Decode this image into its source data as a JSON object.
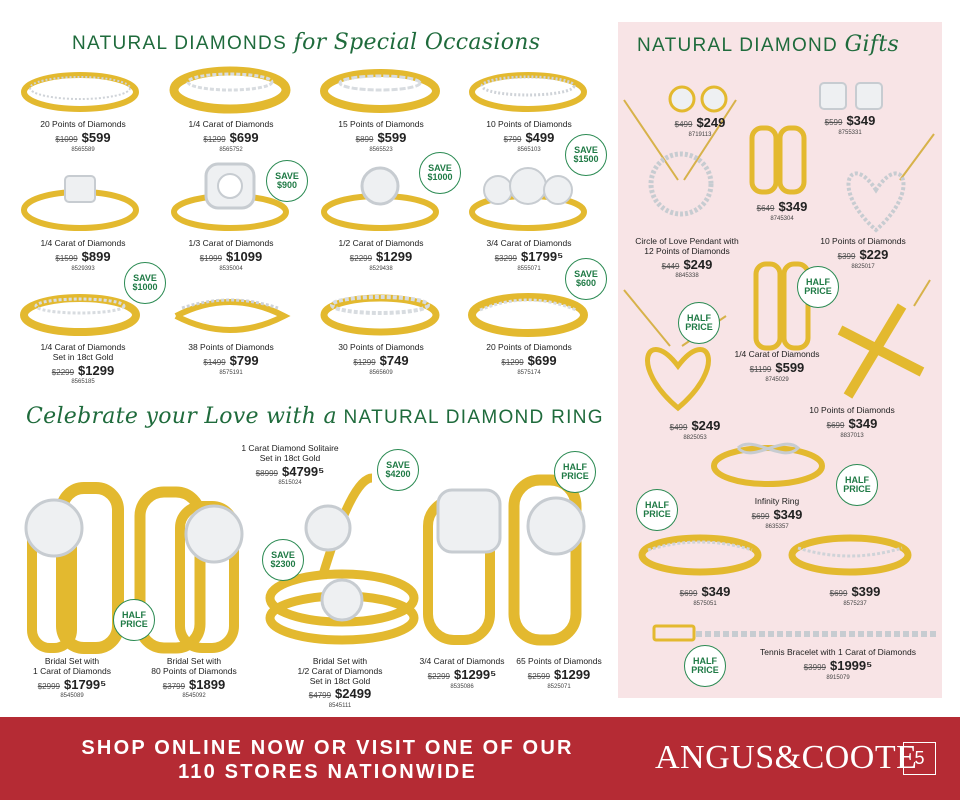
{
  "headings": {
    "special_occasions": {
      "caps": "NATURAL DIAMONDS",
      "script": "for Special Occasions"
    },
    "gifts": {
      "caps": "NATURAL DIAMOND",
      "script": "Gifts"
    },
    "celebrate": {
      "script": "Celebrate your Love with a",
      "caps": "NATURAL DIAMOND RING"
    }
  },
  "special_occasions": [
    {
      "desc": "20 Points of Diamonds",
      "was": "$1099",
      "now": "$599",
      "code": "8565589"
    },
    {
      "desc": "1/4 Carat of Diamonds",
      "was": "$1299",
      "now": "$699",
      "code": "8565752"
    },
    {
      "desc": "15 Points of Diamonds",
      "was": "$899",
      "now": "$599",
      "code": "8565523"
    },
    {
      "desc": "10 Points of Diamonds",
      "was": "$799",
      "now": "$499",
      "code": "8565103"
    },
    {
      "desc": "1/4 Carat of Diamonds",
      "was": "$1599",
      "now": "$899",
      "code": "8529393"
    },
    {
      "desc": "1/3 Carat of Diamonds",
      "was": "$1999",
      "now": "$1099",
      "code": "8535004"
    },
    {
      "desc": "1/2 Carat of Diamonds",
      "was": "$2299",
      "now": "$1299",
      "code": "8529438"
    },
    {
      "desc": "3/4 Carat of Diamonds",
      "was": "$3299",
      "now": "$1799⁵",
      "code": "8555071"
    },
    {
      "desc1": "1/4 Carat of Diamonds",
      "desc2": "Set in 18ct Gold",
      "was": "$2299",
      "now": "$1299",
      "code": "8565185"
    },
    {
      "desc": "38 Points of Diamonds",
      "was": "$1499",
      "now": "$799",
      "code": "8575191"
    },
    {
      "desc": "30 Points of Diamonds",
      "was": "$1299",
      "now": "$749",
      "code": "8565609"
    },
    {
      "desc": "20 Points of Diamonds",
      "was": "$1299",
      "now": "$699",
      "code": "8575174"
    }
  ],
  "badges_top": [
    {
      "line1": "SAVE",
      "line2": "$900"
    },
    {
      "line1": "SAVE",
      "line2": "$1000"
    },
    {
      "line1": "SAVE",
      "line2": "$1500"
    },
    {
      "line1": "SAVE",
      "line2": "$1000"
    },
    {
      "line1": "SAVE",
      "line2": "$600"
    }
  ],
  "bridal": [
    {
      "desc1": "Bridal Set with",
      "desc2": "1 Carat of Diamonds",
      "was": "$2999",
      "now": "$1799⁵",
      "code": "8545089"
    },
    {
      "desc1": "Bridal Set with",
      "desc2": "80 Points of Diamonds",
      "was": "$3799",
      "now": "$1899",
      "code": "8545092"
    },
    {
      "desc1": "1 Carat Diamond Solitaire",
      "desc2": "Set in 18ct Gold",
      "was": "$8999",
      "now": "$4799⁵",
      "code": "8515024"
    },
    {
      "desc1": "Bridal Set with",
      "desc2": "1/2 Carat of Diamonds",
      "desc3": "Set in 18ct Gold",
      "was": "$4799",
      "now": "$2499",
      "code": "8545111"
    },
    {
      "desc": "3/4 Carat of Diamonds",
      "was": "$2299",
      "now": "$1299⁵",
      "code": "8535086"
    },
    {
      "desc": "65 Points of Diamonds",
      "was": "$2599",
      "now": "$1299",
      "code": "8525071"
    }
  ],
  "badges_bridal": [
    {
      "line1": "HALF",
      "line2": "PRICE"
    },
    {
      "line1": "SAVE",
      "line2": "$4200"
    },
    {
      "line1": "SAVE",
      "line2": "$2300"
    },
    {
      "line1": "HALF",
      "line2": "PRICE"
    }
  ],
  "gifts": [
    {
      "was": "$499",
      "now": "$249",
      "code": "8719113"
    },
    {
      "was": "$599",
      "now": "$349",
      "code": "8755331"
    },
    {
      "was": "$649",
      "now": "$349",
      "code": "8745304"
    },
    {
      "desc1": "Circle of Love Pendant with",
      "desc2": "12 Points of Diamonds",
      "was": "$449",
      "now": "$249",
      "code": "8845338"
    },
    {
      "desc": "10 Points of Diamonds",
      "was": "$399",
      "now": "$229",
      "code": "8825017"
    },
    {
      "desc": "1/4 Carat of Diamonds",
      "was": "$1199",
      "now": "$599",
      "code": "8745029"
    },
    {
      "was": "$499",
      "now": "$249",
      "code": "8825053"
    },
    {
      "desc": "10 Points of Diamonds",
      "was": "$699",
      "now": "$349",
      "code": "8837013"
    },
    {
      "desc": "Infinity Ring",
      "was": "$699",
      "now": "$349",
      "code": "8635357"
    },
    {
      "was": "$699",
      "now": "$349",
      "code": "8575051"
    },
    {
      "was": "$699",
      "now": "$399",
      "code": "8575237"
    },
    {
      "desc": "Tennis Bracelet with 1 Carat of Diamonds",
      "was": "$3999",
      "now": "$1999⁵",
      "code": "8915079"
    }
  ],
  "badges_gifts": [
    {
      "line1": "HALF",
      "line2": "PRICE"
    },
    {
      "line1": "HALF",
      "line2": "PRICE"
    },
    {
      "line1": "HALF",
      "line2": "PRICE"
    },
    {
      "line1": "HALF",
      "line2": "PRICE"
    },
    {
      "line1": "HALF",
      "line2": "PRICE"
    }
  ],
  "footer": {
    "line1": "SHOP ONLINE NOW OR VISIT ONE OF OUR",
    "line2": "110 STORES NATIONWIDE",
    "logo": "ANGUS&COOTE",
    "page": "5"
  },
  "colors": {
    "green": "#1f6b3c",
    "footer_red": "#b52b34",
    "panel_pink": "#f8e4e6",
    "gold": "#e8c13f"
  }
}
